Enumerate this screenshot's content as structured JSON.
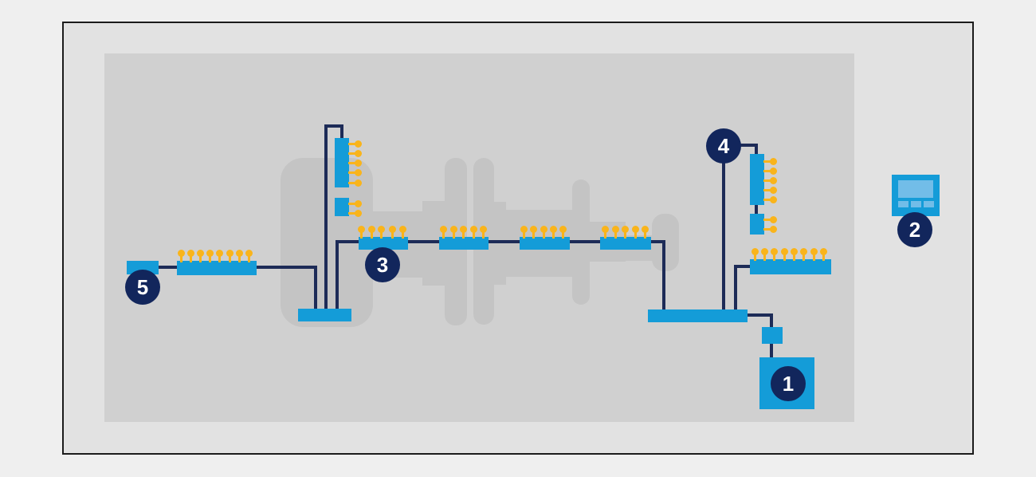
{
  "figure": {
    "type": "machine-automation-io-diagram",
    "title": "",
    "callouts": [
      {
        "label": "1"
      },
      {
        "label": "2"
      },
      {
        "label": "3"
      },
      {
        "label": "4"
      },
      {
        "label": "5"
      }
    ],
    "components": [
      {
        "name": "left-io-terminal-box",
        "pins": 0
      },
      {
        "name": "left-io-terminal-strip",
        "pins": 8
      },
      {
        "name": "left-vertical-io-module",
        "pins": 5
      },
      {
        "name": "left-vertical-io-module-small",
        "pins": 2
      },
      {
        "name": "left-junction-bar",
        "pins": 0
      },
      {
        "name": "bus-io-bar-1",
        "pins": 5
      },
      {
        "name": "bus-io-bar-2",
        "pins": 5
      },
      {
        "name": "bus-io-bar-3",
        "pins": 5
      },
      {
        "name": "bus-io-bar-4",
        "pins": 5
      },
      {
        "name": "right-vertical-io-module",
        "pins": 5
      },
      {
        "name": "right-vertical-io-module-small",
        "pins": 2
      },
      {
        "name": "right-io-terminal-strip",
        "pins": 8
      },
      {
        "name": "right-junction-bar",
        "pins": 0
      },
      {
        "name": "coupler-box",
        "pins": 0
      },
      {
        "name": "controller-cabinet",
        "pins": 0
      },
      {
        "name": "hmi-display-device",
        "pins": 0
      }
    ]
  },
  "colors": {
    "blue": "#149cd8",
    "yellow": "#f9b41b",
    "line": "#1d2b57",
    "badge": "#12265c",
    "panel": "#d0d0d0",
    "sil": "#c4c4c4",
    "canvas": "#e2e2e2",
    "page": "#efefef",
    "screen": "#72bde8",
    "frame": "#1b1b1b"
  }
}
